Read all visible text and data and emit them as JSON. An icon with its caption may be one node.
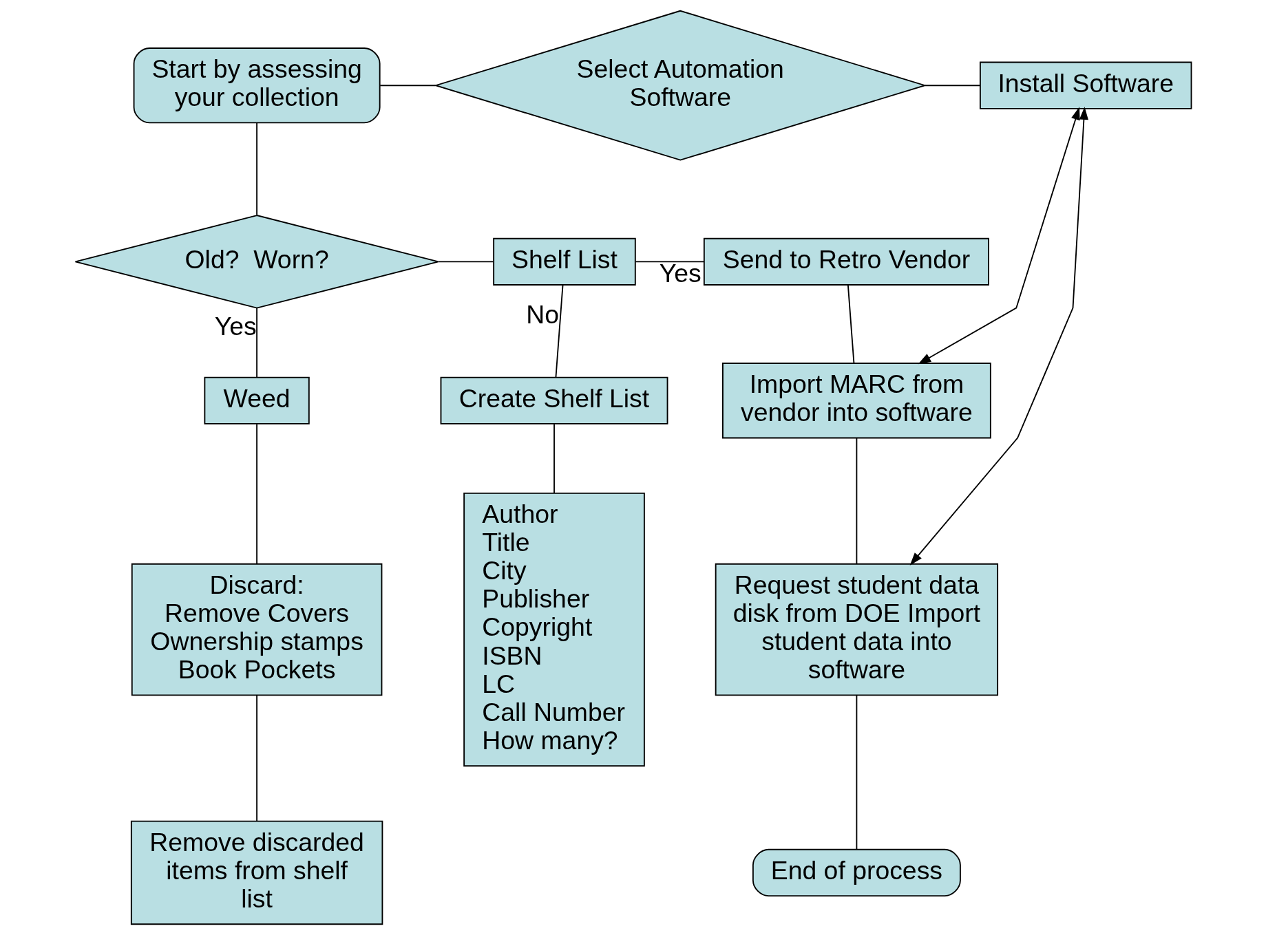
{
  "diagram": {
    "nodes": [
      {
        "text": [
          "Start by assessing your collection"
        ]
      },
      {
        "text": [
          "Select Automation Software"
        ]
      },
      {
        "text": [
          "Install Software"
        ]
      },
      {
        "text": [
          "Old?  Worn?"
        ]
      },
      {
        "text": [
          "Shelf List"
        ]
      },
      {
        "text": [
          "Send to Retro Vendor"
        ]
      },
      {
        "text": [
          "Weed"
        ]
      },
      {
        "text": [
          "Create Shelf List"
        ]
      },
      {
        "text": [
          "Import MARC from vendor into software"
        ]
      },
      {
        "text": [
          "Discard:",
          "Remove Covers",
          "Ownership stamps",
          "Book Pockets"
        ]
      },
      {
        "text": [
          "Author",
          "Title",
          "City",
          "Publisher",
          "Copyright",
          "ISBN",
          "LC",
          "Call Number",
          "How many?"
        ]
      },
      {
        "text": [
          "Request student data disk from DOE Import student data into software"
        ]
      },
      {
        "text": [
          "Remove discarded items from shelf list"
        ]
      },
      {
        "text": [
          "End of process"
        ]
      }
    ],
    "edges": [
      {
        "from": 0,
        "to": 1,
        "arrow": "none"
      },
      {
        "from": 1,
        "to": 2,
        "arrow": "none"
      },
      {
        "from": 0,
        "to": 3,
        "arrow": "none"
      },
      {
        "from": 3,
        "to": 4,
        "arrow": "none"
      },
      {
        "from": 4,
        "to": 5,
        "arrow": "none",
        "label": "Yes"
      },
      {
        "from": 3,
        "to": 6,
        "arrow": "none",
        "label": "Yes"
      },
      {
        "from": 4,
        "to": 7,
        "arrow": "none",
        "label": "No"
      },
      {
        "from": 5,
        "to": 8,
        "arrow": "none"
      },
      {
        "from": 6,
        "to": 9,
        "arrow": "none"
      },
      {
        "from": 7,
        "to": 10,
        "arrow": "none"
      },
      {
        "from": 8,
        "to": 11,
        "arrow": "none"
      },
      {
        "from": 9,
        "to": 12,
        "arrow": "none"
      },
      {
        "from": 11,
        "to": 13,
        "arrow": "none"
      },
      {
        "from": 8,
        "to": 2,
        "arrow": "both"
      },
      {
        "from": 11,
        "to": 2,
        "arrow": "both"
      }
    ]
  }
}
